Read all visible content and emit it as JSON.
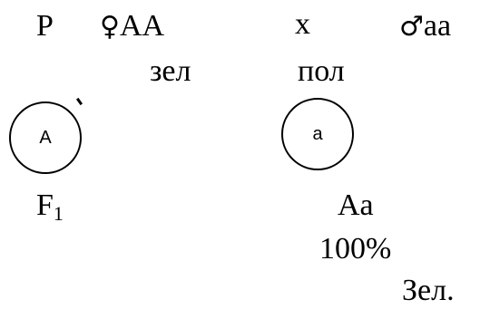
{
  "parents": {
    "label": "P",
    "female_symbol": "♀",
    "female_genotype": "AA",
    "cross": "x",
    "male_symbol": "♂",
    "male_genotype": "aa",
    "female_phenotype": "зел",
    "male_phenotype": "пол"
  },
  "gametes": {
    "female": "A",
    "male": "a"
  },
  "offspring": {
    "label": "F",
    "label_sub": "1",
    "genotype": "Aa",
    "percent": "100%",
    "phenotype": "Зел."
  }
}
